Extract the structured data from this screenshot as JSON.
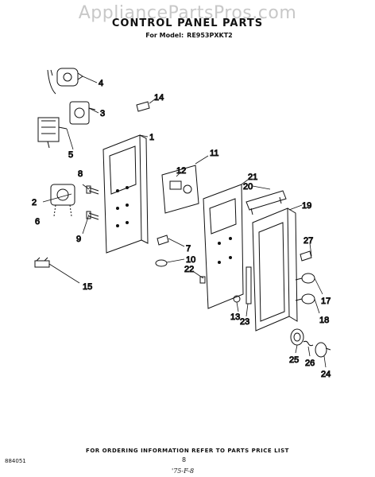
{
  "watermark": "AppliancePartsPros.com",
  "title": "CONTROL PANEL PARTS",
  "subtitle_label": "For Model:",
  "model": "RE953PXKT2",
  "callouts": [
    "1",
    "2",
    "3",
    "4",
    "5",
    "6",
    "7",
    "8",
    "9",
    "10",
    "11",
    "12",
    "13",
    "14",
    "15",
    "17",
    "18",
    "19",
    "20",
    "21",
    "22",
    "23",
    "24",
    "25",
    "26",
    "27"
  ],
  "footer": {
    "ordering_info": "FOR ORDERING INFORMATION REFER TO PARTS PRICE LIST",
    "doc_number": "884051",
    "page": "8",
    "date_code": "'75-F-8"
  }
}
